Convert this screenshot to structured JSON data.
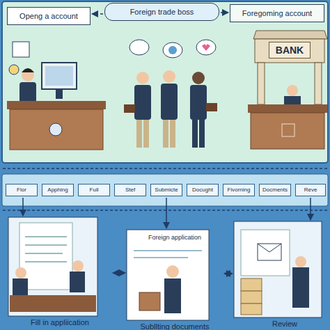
{
  "diagram": {
    "nodes": [
      {
        "text": [
          "Openg a account"
        ]
      },
      {
        "text": [
          "Foreign trade boss"
        ]
      },
      {
        "text": [
          "Foregoming account"
        ]
      },
      {
        "text": [
          "BANK"
        ]
      },
      {
        "text": [
          "Flor"
        ]
      },
      {
        "text": [
          "Apphing"
        ]
      },
      {
        "text": [
          "Full"
        ]
      },
      {
        "text": [
          "Stef"
        ]
      },
      {
        "text": [
          "Submicte"
        ]
      },
      {
        "text": [
          "Docught"
        ]
      },
      {
        "text": [
          "Fivorning"
        ]
      },
      {
        "text": [
          "Docments"
        ]
      },
      {
        "text": [
          "Reve"
        ]
      },
      {
        "text": [
          "Fill in appliication"
        ]
      },
      {
        "text": [
          "Foreign application",
          "Subllting documents"
        ]
      },
      {
        "text": [
          "Review"
        ]
      }
    ],
    "edges": [
      {
        "from": 1,
        "to": 0,
        "arrow": "to"
      },
      {
        "from": 1,
        "to": 2,
        "arrow": "to"
      },
      {
        "from": 4,
        "to": 13,
        "arrow": "to"
      },
      {
        "from": 8,
        "to": 14,
        "arrow": "to"
      },
      {
        "from": 12,
        "to": 15,
        "arrow": "to"
      },
      {
        "from": 13,
        "to": 14,
        "arrow": "both"
      },
      {
        "from": 14,
        "to": 15,
        "arrow": "both"
      }
    ]
  }
}
